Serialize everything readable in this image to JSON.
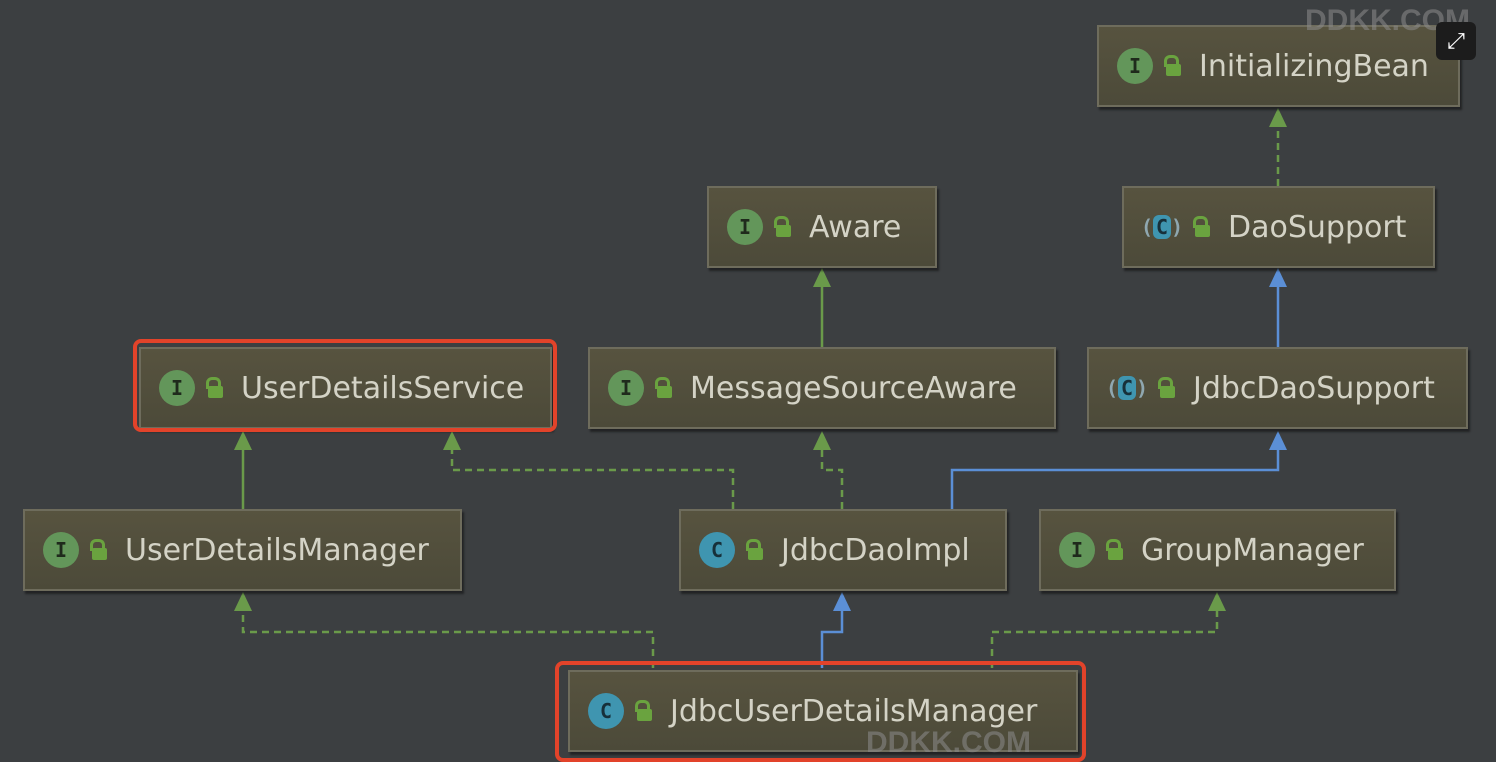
{
  "nodes": {
    "initializingbean": {
      "kind": "I",
      "label": "InitializingBean"
    },
    "aware": {
      "kind": "I",
      "label": "Aware"
    },
    "daosupport": {
      "kind": "C",
      "label": "DaoSupport"
    },
    "userdetailsservice": {
      "kind": "I",
      "label": "UserDetailsService"
    },
    "messagesourceaware": {
      "kind": "I",
      "label": "MessageSourceAware"
    },
    "jdbcdaosupport": {
      "kind": "C",
      "label": "JdbcDaoSupport"
    },
    "userdetailsmanager": {
      "kind": "I",
      "label": "UserDetailsManager"
    },
    "jdbcdaoimpl": {
      "kind": "C",
      "label": "JdbcDaoImpl"
    },
    "groupmanager": {
      "kind": "I",
      "label": "GroupManager"
    },
    "jdbcuserdetailsmanager": {
      "kind": "C",
      "label": "JdbcUserDetailsManager"
    }
  },
  "watermarks": {
    "top": "DDKK.COM",
    "bottom": "DDKK.COM"
  },
  "colors": {
    "interface_edge": "#6a9a4a",
    "extends_edge": "#5b8fd6",
    "highlight": "#e2432a"
  },
  "icons": {
    "expand": "expand-icon"
  }
}
